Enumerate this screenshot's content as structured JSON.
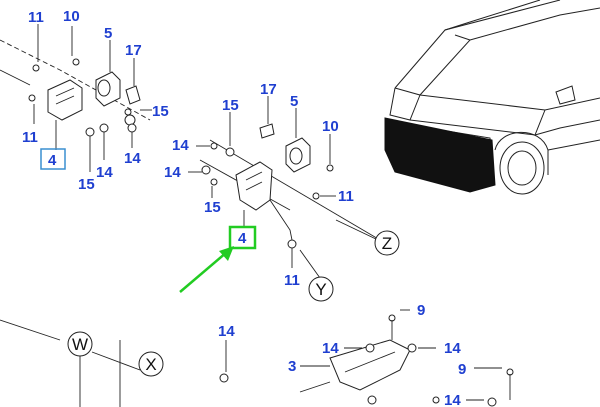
{
  "diagram": {
    "part_numbers": {
      "p11_top": "11",
      "p10_top": "10",
      "p5_top": "5",
      "p17_top": "17",
      "p15_top_right": "15",
      "p11_left": "11",
      "p4_left": "4",
      "p15_left_bottom": "15",
      "p14_left": "14",
      "p14_top_mid": "14",
      "p15_mid": "15",
      "p17_mid": "17",
      "p5_mid": "5",
      "p10_mid": "10",
      "p14_mid_a": "14",
      "p14_mid_b": "14",
      "p15_mid_b": "15",
      "p11_mid_right": "11",
      "p4_mid": "4",
      "p11_mid_bottom": "11",
      "p9_right": "9",
      "p14_lower_mid": "14",
      "p14_lower_right": "14",
      "p3": "3",
      "p14_bottom_left": "14",
      "p9_bottom": "9",
      "p14_bottom_right": "14"
    },
    "view_letters": {
      "z": "Z",
      "y": "Y",
      "w": "W",
      "x": "X"
    },
    "colors": {
      "label_blue": "#1f3fd0",
      "highlight_green": "#22cc22",
      "highlight_box_blue": "#3a8fd0"
    },
    "arrow": "green-pointer-arrow"
  }
}
